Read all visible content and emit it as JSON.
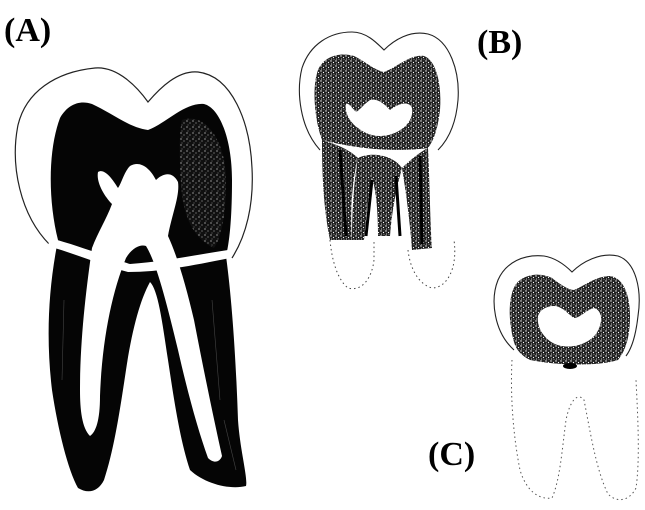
{
  "figure": {
    "panels": [
      {
        "id": "A",
        "label": "(A)"
      },
      {
        "id": "B",
        "label": "(B)"
      },
      {
        "id": "C",
        "label": "(C)"
      }
    ]
  },
  "colors": {
    "background": "#ffffff",
    "ink": "#000000",
    "stipple": "#1a1a1a",
    "enamel_outline": "#333333"
  }
}
